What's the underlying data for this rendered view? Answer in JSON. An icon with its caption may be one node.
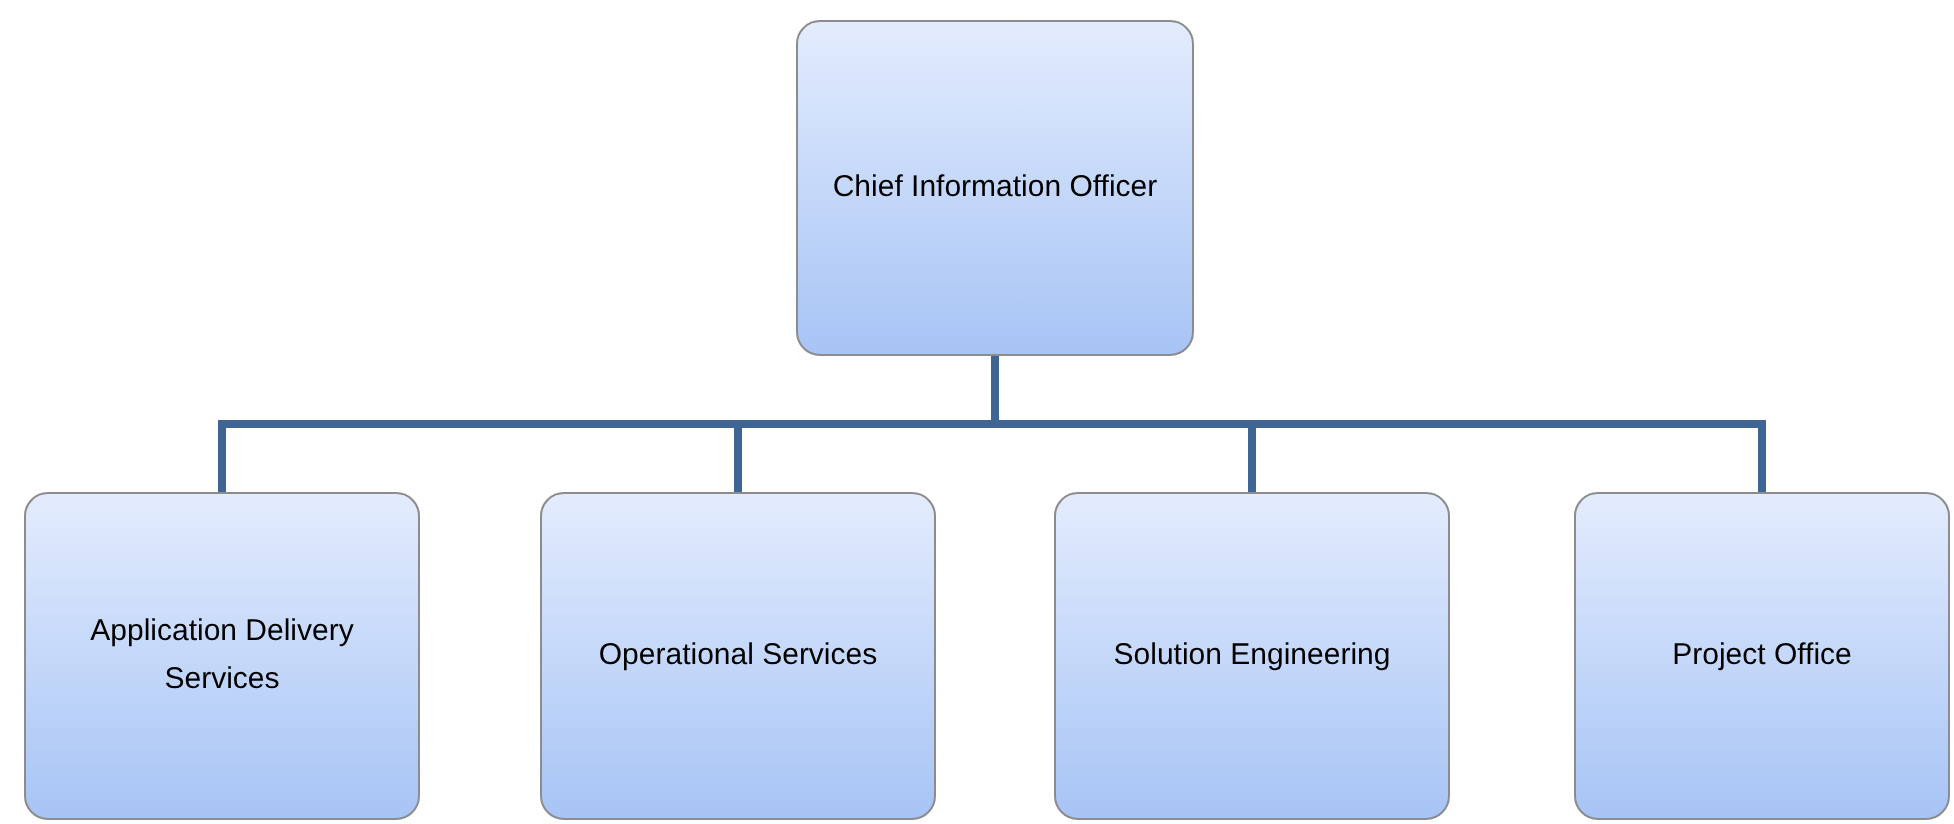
{
  "diagram": {
    "nodes": [
      {
        "text": [
          "Chief Information Officer"
        ]
      },
      {
        "text": [
          "Application Delivery Services"
        ]
      },
      {
        "text": [
          "Operational Services"
        ]
      },
      {
        "text": [
          "Solution Engineering"
        ]
      },
      {
        "text": [
          "Project Office"
        ]
      }
    ],
    "edges": [
      {
        "from": 0,
        "to": 1,
        "arrow": "none"
      },
      {
        "from": 0,
        "to": 2,
        "arrow": "none"
      },
      {
        "from": 0,
        "to": 3,
        "arrow": "none"
      },
      {
        "from": 0,
        "to": 4,
        "arrow": "none"
      }
    ]
  }
}
